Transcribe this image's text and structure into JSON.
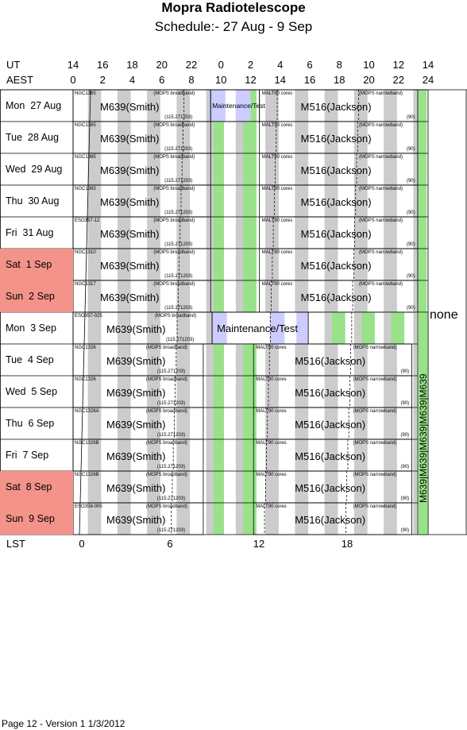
{
  "header": {
    "title": "Mopra Radiotelescope",
    "subtitle": "Schedule:- 27 Aug - 9  Sep"
  },
  "axes": {
    "ut_label": "UT",
    "aest_label": "AEST",
    "lst_label": "LST",
    "ut_ticks": [
      "14",
      "16",
      "18",
      "20",
      "22",
      "0",
      "2",
      "4",
      "6",
      "8",
      "10",
      "12",
      "14"
    ],
    "aest_ticks": [
      "0",
      "2",
      "4",
      "6",
      "8",
      "10",
      "12",
      "14",
      "16",
      "18",
      "20",
      "22",
      "24"
    ],
    "lst_ticks": [
      "0",
      "6",
      "12",
      "18"
    ]
  },
  "colors": {
    "weekend": "#f4938a",
    "grey_band": "#cccccc",
    "green_band": "#99e28a",
    "maintenance_band": "#ccccff"
  },
  "rows": [
    {
      "day": "Mon",
      "date": "27 Aug",
      "weekend": false,
      "src": "NGC1365",
      "mops": "(MOPS broadband)",
      "proj": "M639(Smith)",
      "freq": "(115.271203)",
      "maint": "Maintenance/Test",
      "malt": "MALT90 cores",
      "narrow": "(MOPS narrowband)",
      "proj2": "M516(Jackson)",
      "code": "(90)"
    },
    {
      "day": "Tue",
      "date": "28 Aug",
      "weekend": false,
      "src": "NGC1365",
      "mops": "(MOPS broadband)",
      "proj": "M639(Smith)",
      "freq": "(115.271203)",
      "maint": "",
      "malt": "MALT90 cores",
      "narrow": "(MOPS narrowband)",
      "proj2": "M516(Jackson)",
      "code": "(90)"
    },
    {
      "day": "Wed",
      "date": "29 Aug",
      "weekend": false,
      "src": "NGC1365",
      "mops": "(MOPS broadband)",
      "proj": "M639(Smith)",
      "freq": "(115.271203)",
      "maint": "",
      "malt": "MALT90 cores",
      "narrow": "(MOPS narrowband)",
      "proj2": "M516(Jackson)",
      "code": "(90)"
    },
    {
      "day": "Thu",
      "date": "30 Aug",
      "weekend": false,
      "src": "NGC1365",
      "mops": "(MOPS broadband)",
      "proj": "M639(Smith)",
      "freq": "(115.271203)",
      "maint": "",
      "malt": "MALT90 cores",
      "narrow": "(MOPS narrowband)",
      "proj2": "M516(Jackson)",
      "code": "(90)"
    },
    {
      "day": "Fri",
      "date": "31 Aug",
      "weekend": false,
      "src": "ESO357-12",
      "mops": "(MOPS broadband)",
      "proj": "M639(Smith)",
      "freq": "(115.271203)",
      "maint": "",
      "malt": "MALT90 cores",
      "narrow": "(MOPS narrowband)",
      "proj2": "M516(Jackson)",
      "code": "(90)"
    },
    {
      "day": "Sat",
      "date": "1 Sep",
      "weekend": true,
      "src": "NGC1310",
      "mops": "(MOPS broadband)",
      "proj": "M639(Smith)",
      "freq": "(115.271203)",
      "maint": "",
      "malt": "MALT90 cores",
      "narrow": "(MOPS narrowband)",
      "proj2": "M516(Jackson)",
      "code": "(90)"
    },
    {
      "day": "Sun",
      "date": "2 Sep",
      "weekend": true,
      "src": "NGC1317",
      "mops": "(MOPS broadband)",
      "proj": "M639(Smith)",
      "freq": "(115.271203)",
      "maint": "",
      "malt": "MALT90 cores",
      "narrow": "(MOPS narrowband)",
      "proj2": "M516(Jackson)",
      "code": "(90)"
    },
    {
      "day": "Mon",
      "date": "3 Sep",
      "weekend": false,
      "src": "ESO357-025",
      "mops": "(MOPS broadband)",
      "proj": "M639(Smith)",
      "freq": "(115.271203)",
      "maint": "Maintenance/Test",
      "malt": "",
      "narrow": "",
      "proj2": "",
      "code": ""
    },
    {
      "day": "Tue",
      "date": "4 Sep",
      "weekend": false,
      "src": "NGC1326",
      "mops": "(MOPS broadband)",
      "proj": "M639(Smith)",
      "freq": "(115.271203)",
      "maint": "",
      "malt": "MALT90 cores",
      "narrow": "(MOPS narrowband)",
      "proj2": "M516(Jackson)",
      "code": "(90)"
    },
    {
      "day": "Wed",
      "date": "5 Sep",
      "weekend": false,
      "src": "NGC1326",
      "mops": "(MOPS broadband)",
      "proj": "M639(Smith)",
      "freq": "(115.271203)",
      "maint": "",
      "malt": "MALT90 cores",
      "narrow": "(MOPS narrowband)",
      "proj2": "M516(Jackson)",
      "code": "(90)"
    },
    {
      "day": "Thu",
      "date": "6 Sep",
      "weekend": false,
      "src": "NGC1326A",
      "mops": "(MOPS broadband)",
      "proj": "M639(Smith)",
      "freq": "(115.271203)",
      "maint": "",
      "malt": "MALT90 cores",
      "narrow": "(MOPS narrowband)",
      "proj2": "M516(Jackson)",
      "code": "(90)"
    },
    {
      "day": "Fri",
      "date": "7 Sep",
      "weekend": false,
      "src": "NGC1326B",
      "mops": "(MOPS broadband)",
      "proj": "M639(Smith)",
      "freq": "(115.271203)",
      "maint": "",
      "malt": "MALT90 cores",
      "narrow": "(MOPS narrowband)",
      "proj2": "M516(Jackson)",
      "code": "(90)"
    },
    {
      "day": "Sat",
      "date": "8 Sep",
      "weekend": true,
      "src": "NGC1326B",
      "mops": "(MOPS broadband)",
      "proj": "M639(Smith)",
      "freq": "(115.271203)",
      "maint": "",
      "malt": "MALT90 cores",
      "narrow": "(MOPS narrowband)",
      "proj2": "M516(Jackson)",
      "code": "(90)"
    },
    {
      "day": "Sun",
      "date": "9 Sep",
      "weekend": true,
      "src": "ESO358-005",
      "mops": "(MOPS broadband)",
      "proj": "M639(Smith)",
      "freq": "(115.271203)",
      "maint": "",
      "malt": "MALT90 cores",
      "narrow": "(MOPS narrowband)",
      "proj2": "M516(Jackson)",
      "code": "(90)"
    }
  ],
  "side": {
    "none_label": "none",
    "vertical_label": "M639|M639|M639|M639|M639"
  },
  "footer": "Page 12 - Version 1  1/3/2012"
}
